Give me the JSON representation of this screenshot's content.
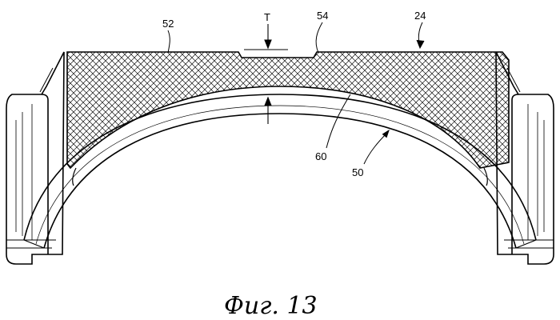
{
  "figure": {
    "caption": "Фиг. 13",
    "labels": {
      "pad_52": "52",
      "notch_54": "54",
      "part_24": "24",
      "thickness_T": "T",
      "line_60": "60",
      "arch_50": "50"
    }
  }
}
